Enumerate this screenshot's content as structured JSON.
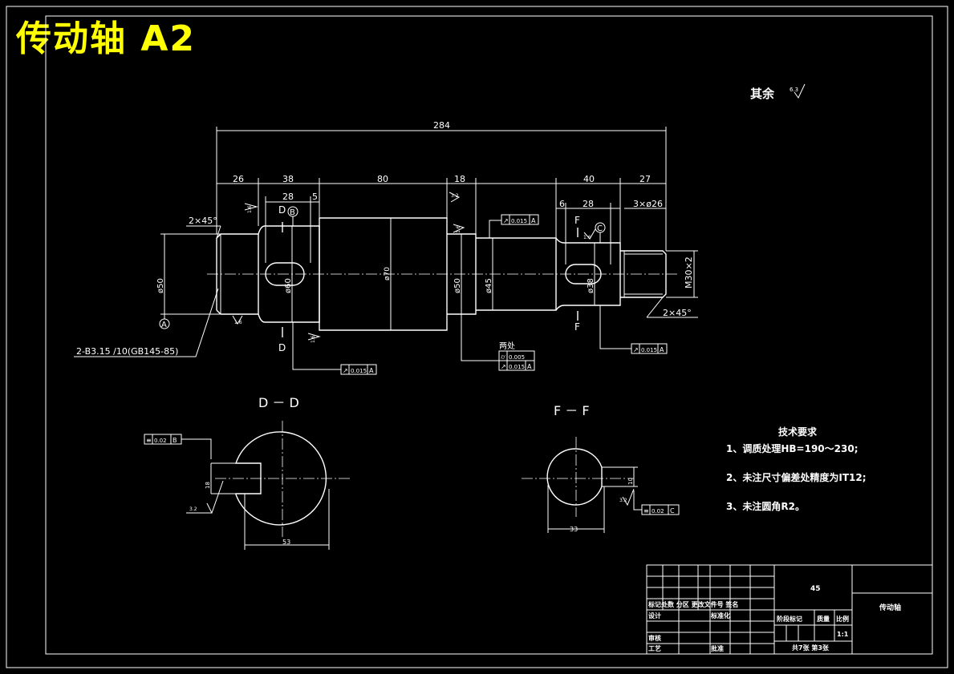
{
  "drawing_title": "传动轴 A2",
  "roughness_note": "其余",
  "roughness_symbol": "6.3",
  "dimensions": {
    "overall_length": "284",
    "seg1": "26",
    "seg2": "38",
    "seg3": "80",
    "seg4": "18",
    "seg5": "40",
    "seg6": "27",
    "keyway_left_len": "28",
    "keyway_left_off": "5",
    "keyway_right_off": "6",
    "keyway_right_len": "28",
    "thread_chamfer_count": "3×ø26",
    "chamfer_left": "2×45°",
    "chamfer_right": "2×45°",
    "dia_50_left": "ø50",
    "dia_60": "ø60",
    "dia_70": "ø70",
    "dia_50_right": "ø50",
    "dia_45": "ø45",
    "dia_38": "ø38",
    "thread": "M30×2",
    "center_hole": "2-B3.15 /10(GB145-85)",
    "section_dd_width": "53",
    "section_ff_width": "33",
    "section_dd_key": "18",
    "section_ff_key": "10"
  },
  "roughness_marks": [
    "1.6",
    "1.6",
    "1.6",
    "1.6",
    "1.6",
    "3.2",
    "3.2",
    "3.2",
    "1.6"
  ],
  "datums": [
    "A",
    "B",
    "C"
  ],
  "section_labels": {
    "D_mark": "D",
    "F_mark": "F",
    "dd": "D － D",
    "ff": "F － F"
  },
  "tolerance_frames": [
    {
      "symbol": "↗",
      "value": "0.015",
      "datum": "A"
    },
    {
      "symbol": "↗",
      "value": "0.015",
      "datum": "A"
    },
    {
      "symbol": "↗",
      "value": "0.015",
      "datum": "A"
    },
    {
      "symbol": "↗",
      "value": "0.015",
      "datum": "A"
    },
    {
      "symbol": "⌭",
      "value": "0.005",
      "datum": ""
    },
    {
      "symbol": "≡",
      "value": "0.02",
      "datum": "B"
    },
    {
      "symbol": "≡",
      "value": "0.02",
      "datum": "C"
    }
  ],
  "two_places": "两处",
  "tech_requirements": {
    "heading": "技术要求",
    "items": [
      "1、调质处理HB=190～230;",
      "2、未注尺寸偏差处精度为IT12;",
      "3、未注圆角R2。"
    ]
  },
  "title_block": {
    "material": "45",
    "part_name": "传动轴",
    "row_headers": "标记处数 分区 更改文件号 签名",
    "design": "设计",
    "standardize": "标准化",
    "review": "审核",
    "process": "工艺",
    "approve": "批准",
    "stage_mark": "阶段标记",
    "weight": "质量",
    "scale_label": "比例",
    "scale": "1:1",
    "sheets": "共7张 第3张"
  }
}
